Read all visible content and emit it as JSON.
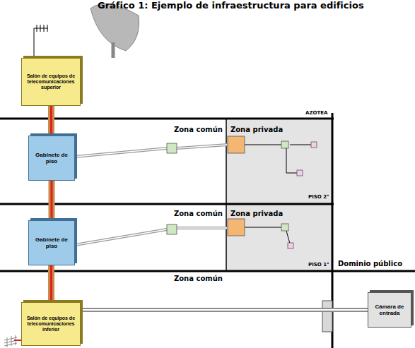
{
  "diagram": {
    "title": "Gráfico 1: Ejemplo de infraestructura para edificios",
    "nodes": [
      {
        "text": [
          "Salón de equipos de telecomunicaciones superior"
        ]
      },
      {
        "text": [
          "Gabinete de piso"
        ]
      },
      {
        "text": [
          "Gabinete de piso"
        ]
      },
      {
        "text": [
          "Salón de equipos de telecomunicaciones inferior"
        ]
      },
      {
        "text": [
          "Cámara de entrada"
        ]
      }
    ],
    "edges": [
      {
        "from": 0,
        "to": 1,
        "arrow": "none"
      },
      {
        "from": 1,
        "to": 2,
        "arrow": "none"
      },
      {
        "from": 2,
        "to": 3,
        "arrow": "none"
      },
      {
        "from": 3,
        "to": 4,
        "arrow": "none"
      }
    ],
    "labels": [
      "AZOTEA",
      "Zona común",
      "Zona privada",
      "PISO 2°",
      "Zona común",
      "Zona privada",
      "PISO 1°",
      "Dominio público",
      "Zona común"
    ]
  }
}
